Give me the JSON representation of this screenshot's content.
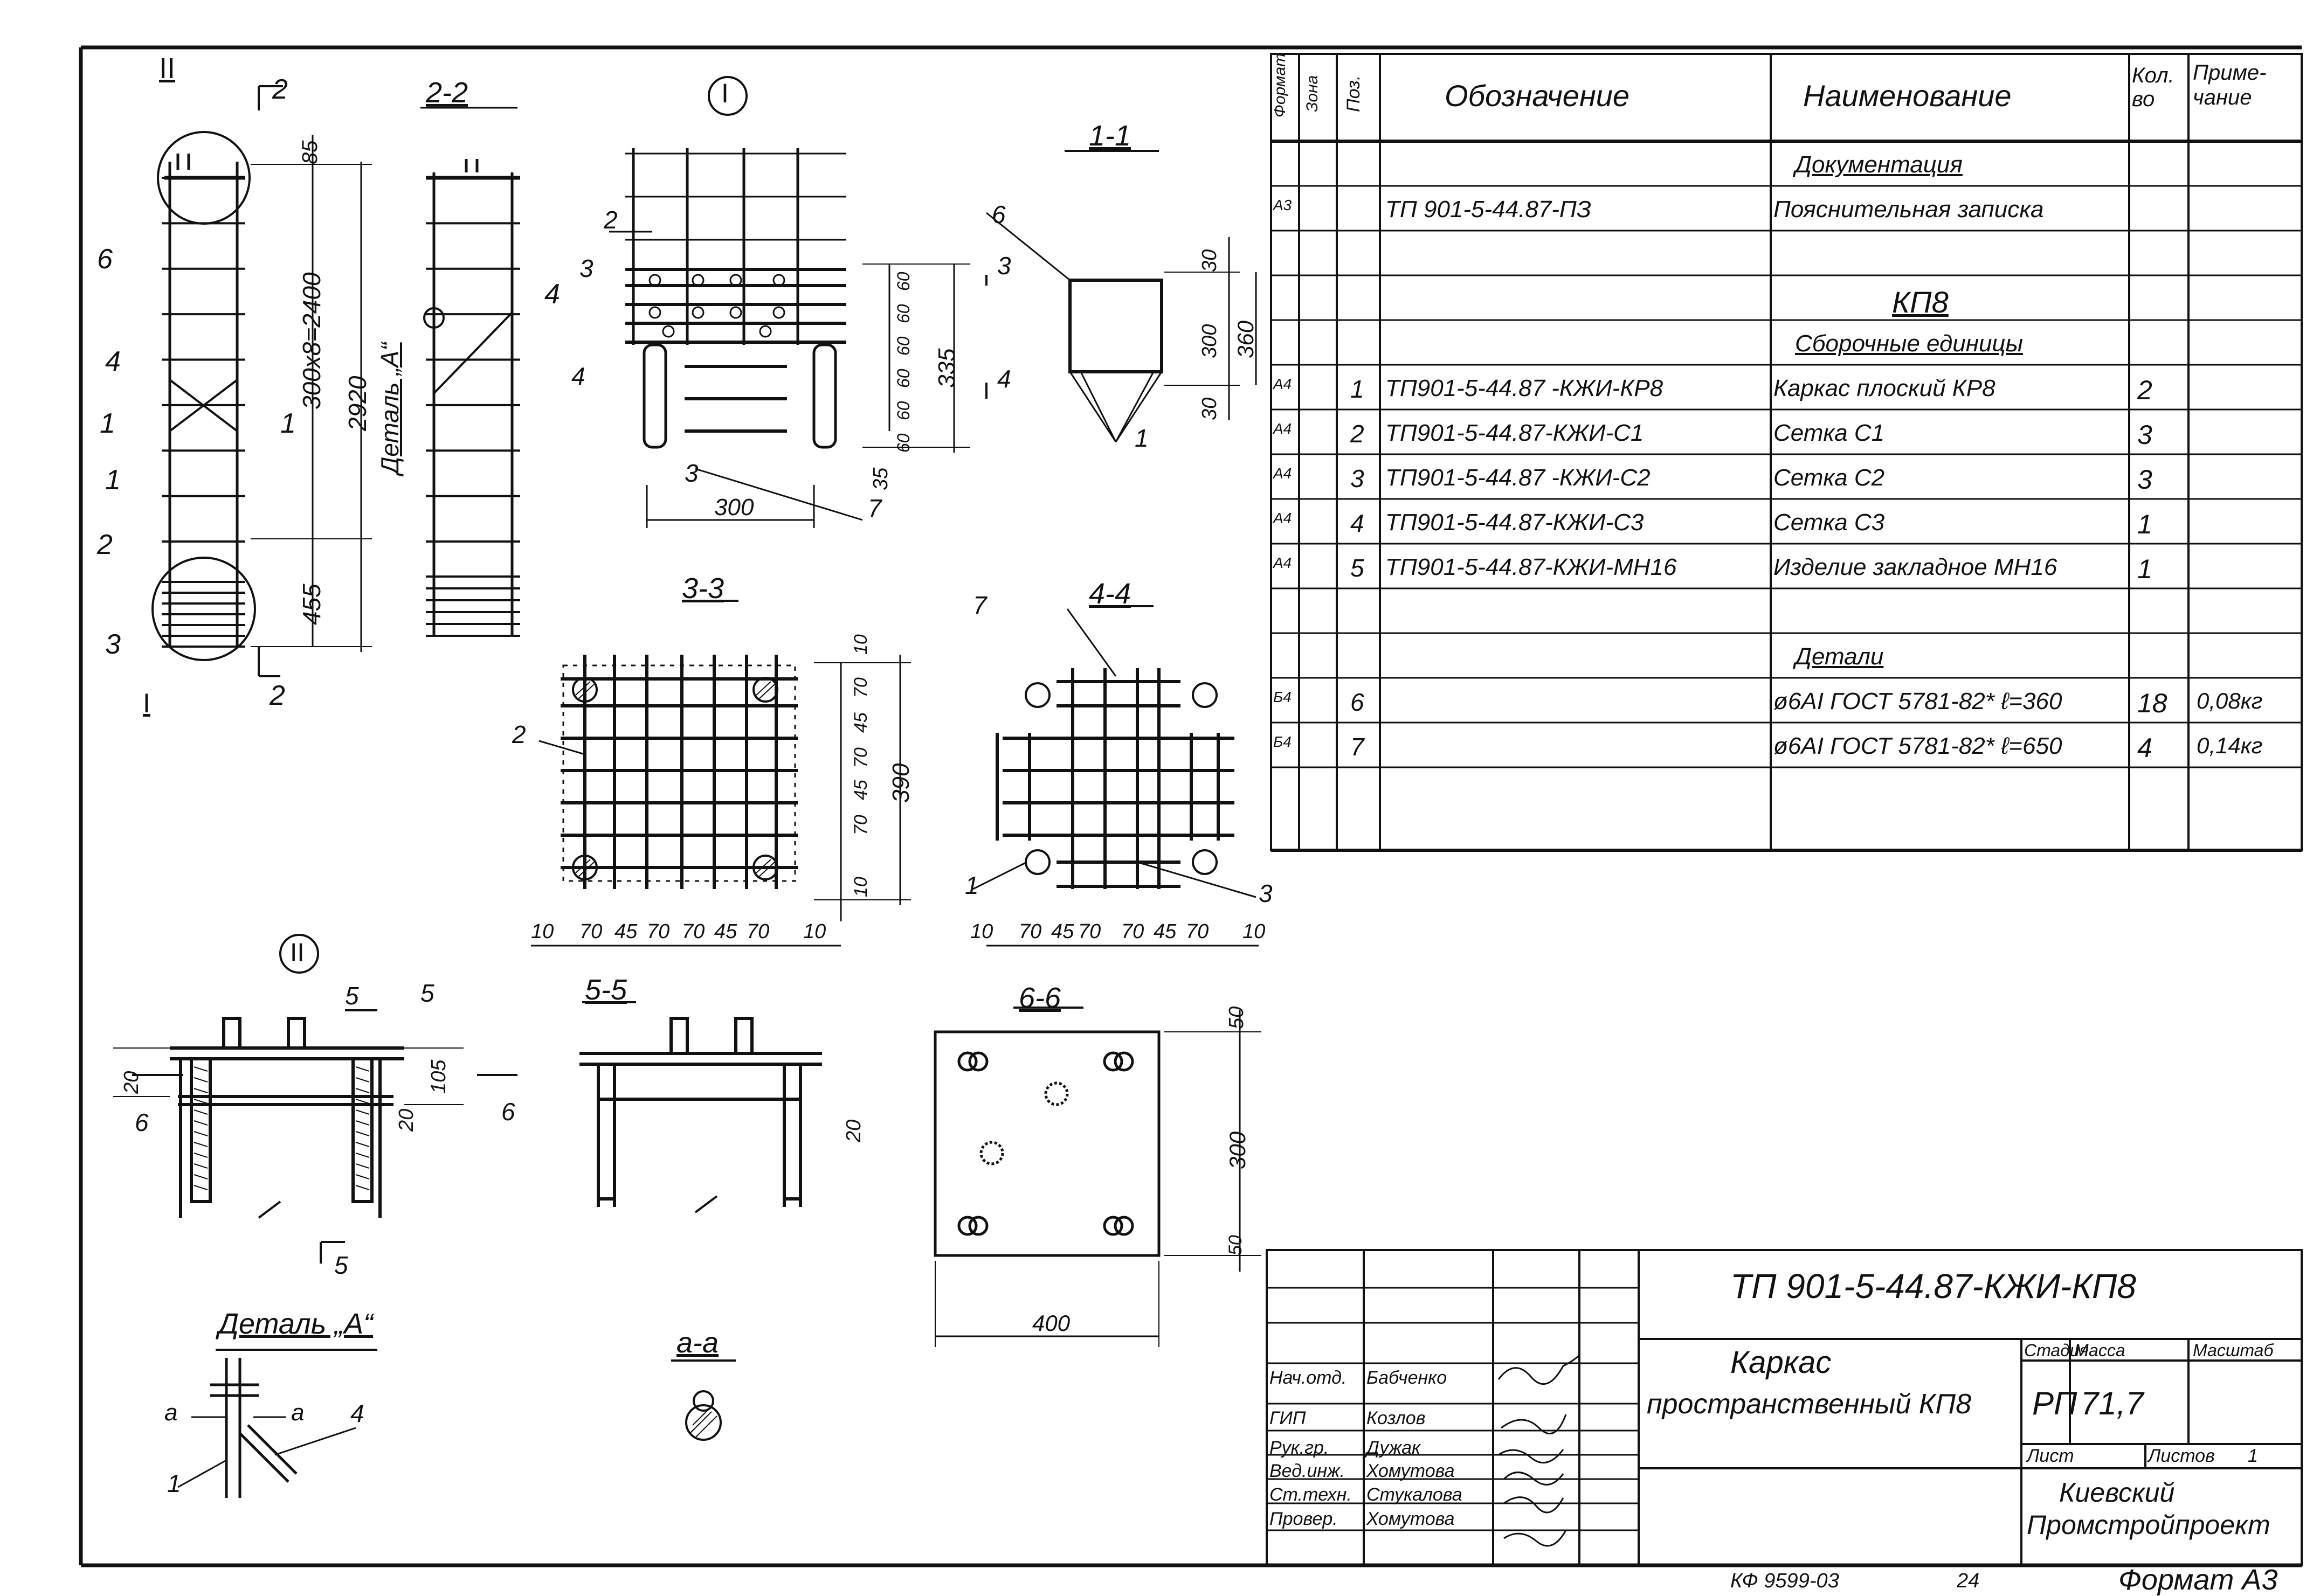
{
  "spec": {
    "headers": {
      "format": "Формат",
      "zone": "Зона",
      "pos": "Поз.",
      "designation": "Обозначение",
      "name": "Наименование",
      "qty": "Кол. во",
      "note": "Приме- чание"
    },
    "rows": [
      {
        "format": "",
        "pos": "",
        "designation": "",
        "name": "Документация",
        "qty": "",
        "note": ""
      },
      {
        "format": "A3",
        "pos": "",
        "designation": "ТП 901-5-44.87-ПЗ",
        "name": "Пояснительная записка",
        "qty": "",
        "note": ""
      },
      {
        "format": "",
        "pos": "",
        "designation": "",
        "name": "",
        "qty": "",
        "note": ""
      },
      {
        "format": "",
        "pos": "",
        "designation": "",
        "name": "КП8",
        "qty": "",
        "note": ""
      },
      {
        "format": "",
        "pos": "",
        "designation": "",
        "name": "Сборочные единицы",
        "qty": "",
        "note": ""
      },
      {
        "format": "A4",
        "pos": "1",
        "designation": "ТП901-5-44.87 -КЖИ-КР8",
        "name": "Каркас плоский КР8",
        "qty": "2",
        "note": ""
      },
      {
        "format": "A4",
        "pos": "2",
        "designation": "ТП901-5-44.87-КЖИ-С1",
        "name": "Сетка С1",
        "qty": "3",
        "note": ""
      },
      {
        "format": "A4",
        "pos": "3",
        "designation": "ТП901-5-44.87 -КЖИ-С2",
        "name": "Сетка С2",
        "qty": "3",
        "note": ""
      },
      {
        "format": "A4",
        "pos": "4",
        "designation": "ТП901-5-44.87-КЖИ-С3",
        "name": "Сетка С3",
        "qty": "1",
        "note": ""
      },
      {
        "format": "A4",
        "pos": "5",
        "designation": "ТП901-5-44.87-КЖИ-МН16",
        "name": "Изделие закладное МН16",
        "qty": "1",
        "note": ""
      },
      {
        "format": "",
        "pos": "",
        "designation": "",
        "name": "",
        "qty": "",
        "note": ""
      },
      {
        "format": "",
        "pos": "",
        "designation": "",
        "name": "Детали",
        "qty": "",
        "note": ""
      },
      {
        "format": "Б4",
        "pos": "6",
        "designation": "",
        "name": "ø6AI ГОСТ 5781-82* ℓ=360",
        "qty": "18",
        "note": "0,08кг"
      },
      {
        "format": "Б4",
        "pos": "7",
        "designation": "",
        "name": "ø6AI ГОСТ 5781-82* ℓ=650",
        "qty": "4",
        "note": "0,14кг"
      }
    ]
  },
  "drawing": {
    "views": {
      "sec22": "2-2",
      "sec11": "1-1",
      "sec33": "3-3",
      "sec44": "4-4",
      "sec55": "5-5",
      "sec66": "6-6",
      "secaa": "а-а",
      "nodeI": "I",
      "nodeII": "II",
      "detailA": "Деталь „А“",
      "detailA_ref": "Деталь „А“"
    },
    "dims": {
      "d85": "85",
      "d300x8": "300x8=2400",
      "d2920": "2920",
      "d455": "455",
      "d30a": "30",
      "d300a": "300",
      "d360": "360",
      "d30b": "30",
      "d335": "335",
      "d35": "35",
      "d300b": "300",
      "d60": "60",
      "d390": "390",
      "d10": "10",
      "d70": "70",
      "d45": "45",
      "d20": "20",
      "d105": "105",
      "d50": "50",
      "d300c": "300",
      "d400": "400"
    },
    "dims_row33": [
      "10",
      "70",
      "45",
      "70",
      "70",
      "45",
      "70",
      "10"
    ],
    "dims_row44": [
      "10",
      "70",
      "45",
      "70",
      "70",
      "45",
      "70",
      "10"
    ],
    "dims_v33": [
      "10",
      "70",
      "45",
      "70",
      "45",
      "70",
      "10"
    ],
    "dims_v60": [
      "60",
      "60",
      "60",
      "60",
      "60",
      "60"
    ],
    "labels": {
      "l1": "1",
      "l2": "2",
      "l3": "3",
      "l4": "4",
      "l5": "5",
      "l6": "6",
      "l7": "7",
      "s1": "1",
      "s2": "2",
      "s3": "3",
      "s4": "4",
      "s5": "5",
      "s6": "6",
      "sa": "а"
    }
  },
  "title_block": {
    "code": "ТП 901-5-44.87-КЖИ-КП8",
    "title_line1": "Каркас",
    "title_line2": "пространственный КП8",
    "stage_label": "Стадия",
    "mass_label": "Масса",
    "scale_label": "Масштаб",
    "stage": "РП",
    "mass": "71,7",
    "sheet_label": "Лист",
    "sheets_label": "Листов",
    "sheets": "1",
    "org_line1": "Киевский",
    "org_line2": "Промстройпроект",
    "people": [
      {
        "role": "Нач.отд.",
        "name": "Бабченко"
      },
      {
        "role": "ГИП",
        "name": "Козлов"
      },
      {
        "role": "Рук.гр.",
        "name": "Дужак"
      },
      {
        "role": "Вед.инж.",
        "name": "Хомутова"
      },
      {
        "role": "Ст.техн.",
        "name": "Стукалова"
      },
      {
        "role": "Провер.",
        "name": "Хомутова"
      }
    ]
  },
  "footer": {
    "copy": "КФ 9599-03",
    "num": "24",
    "format": "Формат А3"
  }
}
